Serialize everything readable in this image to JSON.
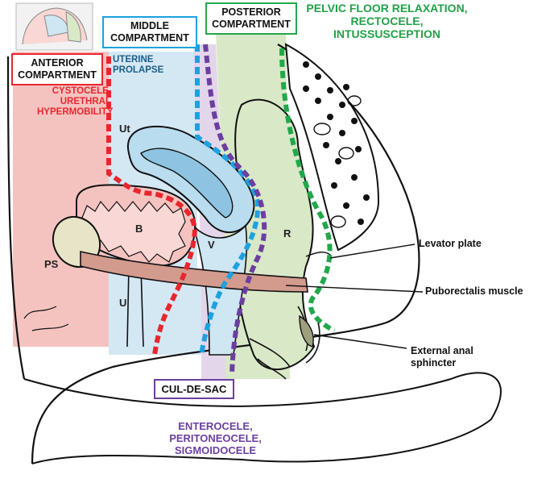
{
  "labels": {
    "anterior_compartment": [
      "ANTERIOR",
      "COMPARTMENT"
    ],
    "middle_compartment": [
      "MIDDLE",
      "COMPARTMENT"
    ],
    "posterior_compartment": [
      "POSTERIOR",
      "COMPARTMENT"
    ],
    "pelvic_floor": [
      "PELVIC FLOOR RELAXATION,",
      "RECTOCELE,",
      "INTUSSUSCEPTION"
    ],
    "cystocele": [
      "CYSTOCELE,",
      "URETHRAL",
      "HYPERMOBILITY"
    ],
    "uterine_prolapse": [
      "UTERINE",
      "PROLAPSE"
    ],
    "cul_de_sac": "CUL-DE-SAC",
    "enterocele": [
      "ENTEROCELE,",
      "PERITONEOCELE,",
      "SIGMOIDOCELE"
    ],
    "levator_plate": "Levator plate",
    "puborectalis": "Puborectalis muscle",
    "external_anal": [
      "External anal",
      "sphincter"
    ],
    "organs": {
      "uterus": "Ut",
      "bladder": "B",
      "pubic_symphysis": "PS",
      "urethra": "U",
      "vagina": "V",
      "rectum": "R"
    }
  },
  "colors": {
    "anterior": "#e8262d",
    "middle": "#1ea1df",
    "posterior": "#21a84a",
    "cul_de_sac": "#6b3fa0",
    "anterior_fill": "#f4c3c0",
    "middle_fill": "#cfe6f3",
    "posterior_fill": "#d9e8c6",
    "cul_fill": "#e3d6ea",
    "text_red": "#e8262d",
    "text_blue": "#1b5e8a",
    "text_green": "#23a048",
    "text_purple": "#6b3fa0"
  }
}
